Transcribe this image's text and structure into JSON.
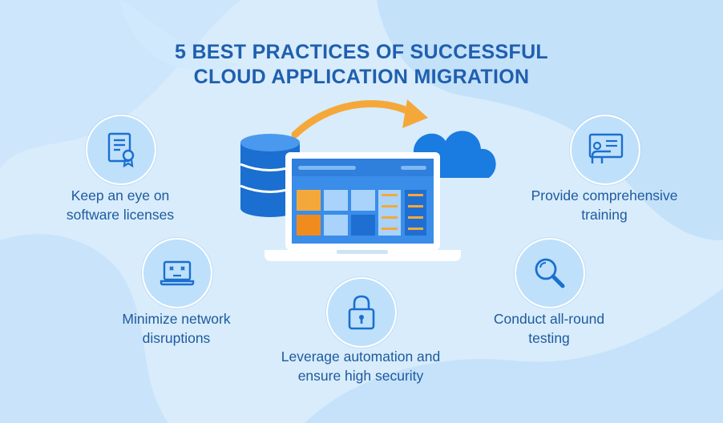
{
  "title": {
    "line1": "5 BEST PRACTICES OF SUCCESSFUL",
    "line2": "CLOUD APPLICATION MIGRATION"
  },
  "practices": [
    {
      "icon": "certificate-icon",
      "line1": "Keep an eye on",
      "line2": "software licenses"
    },
    {
      "icon": "laptop-error-icon",
      "line1": "Minimize network",
      "line2": "disruptions"
    },
    {
      "icon": "padlock-icon",
      "line1": "Leverage automation and",
      "line2": "ensure high security"
    },
    {
      "icon": "presentation-board-icon",
      "line1": "Provide comprehensive",
      "line2": "training"
    },
    {
      "icon": "magnifier-icon",
      "line1": "Conduct all-round",
      "line2": "testing"
    }
  ],
  "hero": {
    "database": "database-icon",
    "laptop": "laptop-dashboard-illustration",
    "cloud": "cloud-icon",
    "arrow": "migration-arrow"
  },
  "colors": {
    "background": "#d8ecfb",
    "title": "#1f5fae",
    "text": "#1e5a9e",
    "blue": "#1a7be0",
    "badge": "#bfe0fb",
    "orange": "#f08c1e",
    "arrow": "#f5a83a"
  }
}
